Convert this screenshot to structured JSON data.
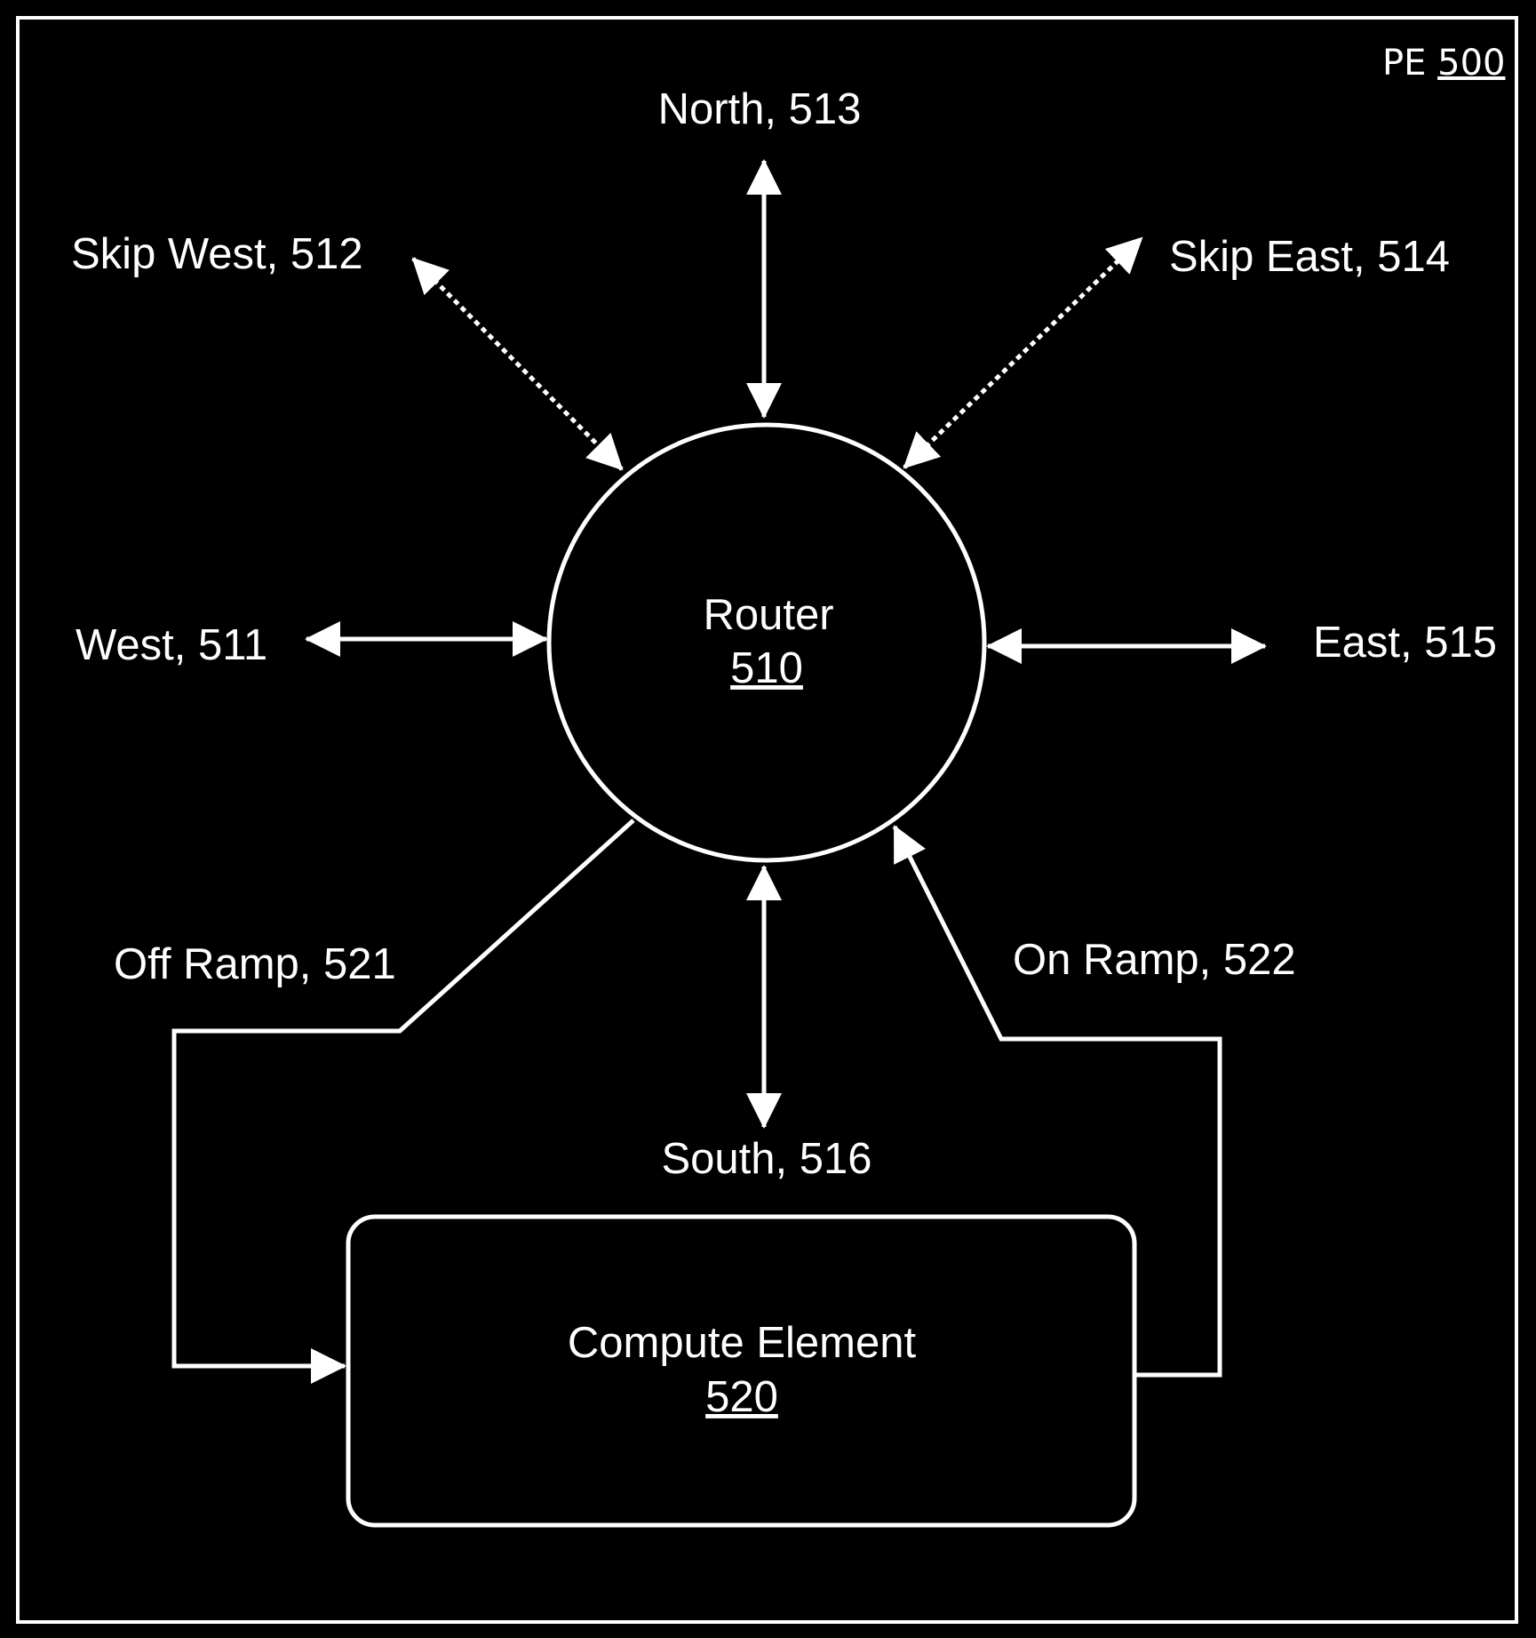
{
  "pe": {
    "name": "PE",
    "ref": "500"
  },
  "router": {
    "name": "Router",
    "ref": "510"
  },
  "compute": {
    "name": "Compute Element",
    "ref": "520"
  },
  "links": {
    "west": "West, 511",
    "skip_west": "Skip West, 512",
    "north": "North, 513",
    "skip_east": "Skip East, 514",
    "east": "East, 515",
    "south": "South, 516",
    "off_ramp": "Off Ramp, 521",
    "on_ramp": "On Ramp, 522"
  },
  "colors": {
    "background": "#000000",
    "foreground": "#ffffff"
  }
}
